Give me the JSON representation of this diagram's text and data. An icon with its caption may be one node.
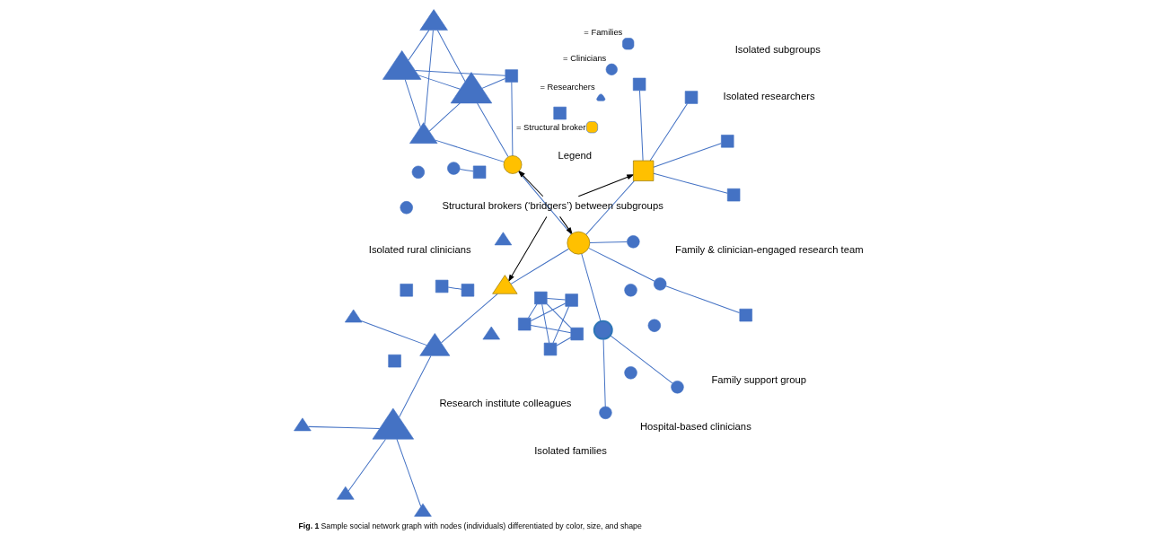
{
  "diagram": {
    "caption": "**Fig. 1** Sample social network graph with nodes (individuals) differentiated by color, size, and shape",
    "nodes": [
      {
        "text": [],
        "shape": "triangle"
      },
      {
        "text": [],
        "shape": "triangle"
      },
      {
        "text": [],
        "shape": "triangle"
      },
      {
        "text": [],
        "shape": "triangle"
      },
      {
        "text": [],
        "shape": "triangle"
      },
      {
        "text": [],
        "shape": "triangle"
      },
      {
        "text": [],
        "shape": "triangle"
      },
      {
        "text": [],
        "shape": "triangle"
      },
      {
        "text": [],
        "shape": "triangle"
      },
      {
        "text": [],
        "shape": "box"
      },
      {
        "text": [],
        "shape": "circle"
      },
      {
        "text": [],
        "shape": "circle"
      },
      {
        "text": [],
        "shape": "circle"
      },
      {
        "text": [],
        "shape": "circle"
      },
      {
        "text": [],
        "shape": "circle"
      },
      {
        "text": [],
        "shape": "circle"
      },
      {
        "text": [],
        "shape": "circle"
      },
      {
        "text": [],
        "shape": "circle"
      },
      {
        "text": [],
        "shape": "circle"
      },
      {
        "text": [],
        "shape": "circle"
      },
      {
        "text": [],
        "shape": "circle"
      },
      {
        "text": [],
        "shape": "circle"
      },
      {
        "text": [],
        "shape": "box"
      },
      {
        "text": [],
        "shape": "box"
      },
      {
        "text": [],
        "shape": "box"
      },
      {
        "text": [],
        "shape": "box"
      },
      {
        "text": [],
        "shape": "box"
      },
      {
        "text": [],
        "shape": "box"
      },
      {
        "text": [],
        "shape": "box"
      },
      {
        "text": [],
        "shape": "box"
      },
      {
        "text": [],
        "shape": "circle"
      },
      {
        "text": [],
        "shape": "triangle"
      },
      {
        "text": [],
        "shape": "triangle"
      },
      {
        "text": [],
        "shape": "box"
      },
      {
        "text": [],
        "shape": "triangle"
      },
      {
        "text": [],
        "shape": "triangle"
      },
      {
        "text": [],
        "shape": "box"
      },
      {
        "text": [],
        "shape": "box"
      },
      {
        "text": [],
        "shape": "box"
      },
      {
        "text": [],
        "shape": "box"
      },
      {
        "text": [],
        "shape": "box"
      },
      {
        "text": [],
        "shape": "box"
      },
      {
        "text": [],
        "shape": "box"
      },
      {
        "text": [],
        "shape": "box"
      },
      {
        "text": [
          "Structural brokers (‘bridgers’) between subgroups"
        ]
      }
    ],
    "edges": [
      {
        "from": 0,
        "to": 3,
        "arrow": "none"
      },
      {
        "from": 1,
        "to": 3,
        "arrow": "none"
      },
      {
        "from": 2,
        "to": 3,
        "arrow": "none"
      },
      {
        "from": 3,
        "to": 5,
        "arrow": "none"
      },
      {
        "from": 5,
        "to": 6,
        "arrow": "none"
      },
      {
        "from": 5,
        "to": 8,
        "arrow": "none"
      },
      {
        "from": 8,
        "to": 15,
        "arrow": "none"
      },
      {
        "from": 9,
        "to": 10,
        "arrow": "none"
      },
      {
        "from": 10,
        "to": 15,
        "arrow": "none"
      },
      {
        "from": 11,
        "to": 12,
        "arrow": "none"
      },
      {
        "from": 12,
        "to": 13,
        "arrow": "none"
      },
      {
        "from": 12,
        "to": 15,
        "arrow": "none"
      },
      {
        "from": 14,
        "to": 15,
        "arrow": "none"
      },
      {
        "from": 15,
        "to": 30,
        "arrow": "none"
      },
      {
        "from": 15,
        "to": 38,
        "arrow": "none"
      },
      {
        "from": 21,
        "to": 22,
        "arrow": "none"
      },
      {
        "from": 23,
        "to": 24,
        "arrow": "none"
      },
      {
        "from": 25,
        "to": 26,
        "arrow": "none"
      },
      {
        "from": 25,
        "to": 28,
        "arrow": "none"
      },
      {
        "from": 25,
        "to": 29,
        "arrow": "none"
      },
      {
        "from": 26,
        "to": 28,
        "arrow": "none"
      },
      {
        "from": 26,
        "to": 27,
        "arrow": "none"
      },
      {
        "from": 27,
        "to": 28,
        "arrow": "none"
      },
      {
        "from": 27,
        "to": 29,
        "arrow": "none"
      },
      {
        "from": 28,
        "to": 29,
        "arrow": "none"
      },
      {
        "from": 30,
        "to": 33,
        "arrow": "none"
      },
      {
        "from": 30,
        "to": 32,
        "arrow": "none"
      },
      {
        "from": 30,
        "to": 31,
        "arrow": "none"
      },
      {
        "from": 32,
        "to": 31,
        "arrow": "none"
      },
      {
        "from": 32,
        "to": 33,
        "arrow": "none"
      },
      {
        "from": 32,
        "to": 34,
        "arrow": "none"
      },
      {
        "from": 33,
        "to": 34,
        "arrow": "none"
      },
      {
        "from": 34,
        "to": 31,
        "arrow": "none"
      },
      {
        "from": 32,
        "to": 35,
        "arrow": "none"
      },
      {
        "from": 34,
        "to": 35,
        "arrow": "none"
      },
      {
        "from": 31,
        "to": 35,
        "arrow": "none"
      },
      {
        "from": 38,
        "to": 39,
        "arrow": "none"
      },
      {
        "from": 38,
        "to": 41,
        "arrow": "none"
      },
      {
        "from": 38,
        "to": 42,
        "arrow": "none"
      },
      {
        "from": 38,
        "to": 43,
        "arrow": "none"
      },
      {
        "from": 44,
        "to": 8,
        "arrow": "to",
        "color": "#000000"
      },
      {
        "from": 44,
        "to": 15,
        "arrow": "to",
        "color": "#000000"
      },
      {
        "from": 44,
        "to": 30,
        "arrow": "to",
        "color": "#000000"
      },
      {
        "from": 44,
        "to": 38,
        "arrow": "to",
        "color": "#000000"
      }
    ],
    "labels": [
      "Research institute colleagues",
      "Family support group",
      "Isolated rural clinicians",
      "Hospital-based clinicians",
      "Isolated researchers",
      "Isolated subgroups",
      "Isolated families",
      "Family & clinician-engaged research team",
      "Legend"
    ],
    "legend": [
      {
        "text": "= Structural broker",
        "color": "#ffc000"
      },
      {
        "text": "= Researchers"
      },
      {
        "text": "= Clinicians"
      },
      {
        "text": "= Families"
      }
    ]
  }
}
